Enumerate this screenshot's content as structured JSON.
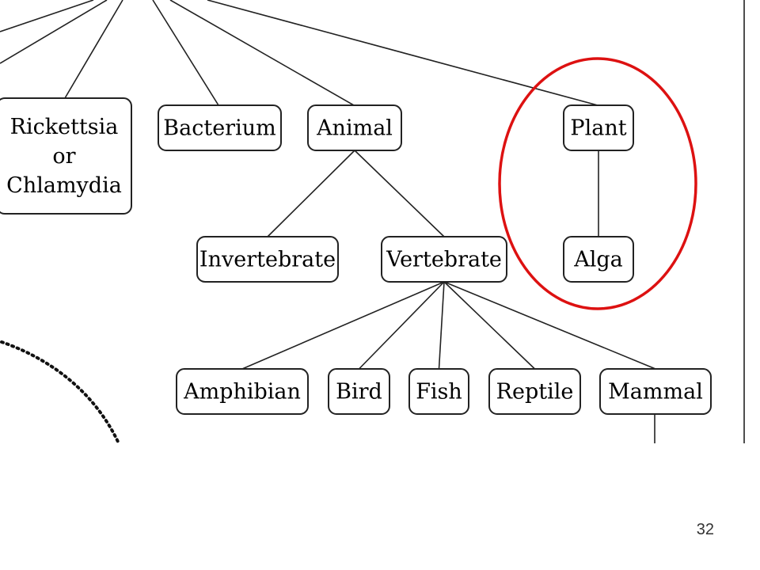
{
  "nodes": [
    {
      "id": "rickettsia",
      "lines": [
        "Rickettsia",
        "or",
        "Chlamydia"
      ]
    },
    {
      "id": "bacterium",
      "lines": [
        "Bacterium"
      ]
    },
    {
      "id": "animal",
      "lines": [
        "Animal"
      ]
    },
    {
      "id": "plant",
      "lines": [
        "Plant"
      ]
    },
    {
      "id": "invertebrate",
      "lines": [
        "Invertebrate"
      ]
    },
    {
      "id": "vertebrate",
      "lines": [
        "Vertebrate"
      ]
    },
    {
      "id": "alga",
      "lines": [
        "Alga"
      ]
    },
    {
      "id": "amphibian",
      "lines": [
        "Amphibian"
      ]
    },
    {
      "id": "bird",
      "lines": [
        "Bird"
      ]
    },
    {
      "id": "fish",
      "lines": [
        "Fish"
      ]
    },
    {
      "id": "reptile",
      "lines": [
        "Reptile"
      ]
    },
    {
      "id": "mammal",
      "lines": [
        "Mammal"
      ]
    }
  ],
  "edges": [
    [
      "animal",
      "invertebrate"
    ],
    [
      "animal",
      "vertebrate"
    ],
    [
      "plant",
      "alga"
    ],
    [
      "vertebrate",
      "amphibian"
    ],
    [
      "vertebrate",
      "bird"
    ],
    [
      "vertebrate",
      "fish"
    ],
    [
      "vertebrate",
      "reptile"
    ],
    [
      "vertebrate",
      "mammal"
    ]
  ],
  "highlight": {
    "color": "#dd1111",
    "circles_nodes": [
      "plant",
      "alga"
    ]
  },
  "slide_number": "32"
}
